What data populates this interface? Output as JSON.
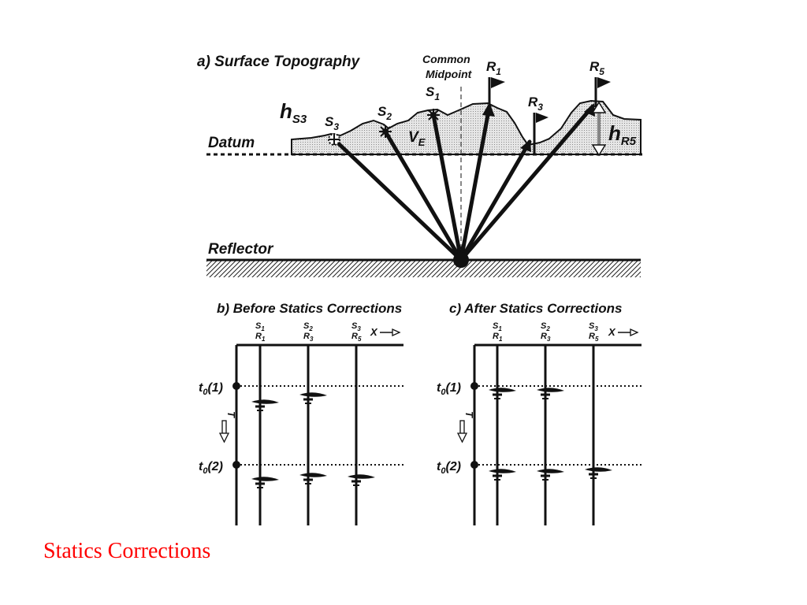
{
  "slide": {
    "caption": "Statics Corrections",
    "caption_color": "#ff0000"
  },
  "panel_a": {
    "title": "a) Surface Topography",
    "cmp_label_line1": "Common",
    "cmp_label_line2": "Midpoint",
    "datum_label": "Datum",
    "reflector_label": "Reflector",
    "velocity_label": {
      "main": "V",
      "sub": "E"
    },
    "source_elevation_label": {
      "main": "h",
      "sub": "S3"
    },
    "receiver_elevation_label": {
      "main": "h",
      "sub": "R5"
    },
    "sources": [
      {
        "main": "S",
        "sub": "1"
      },
      {
        "main": "S",
        "sub": "2"
      },
      {
        "main": "S",
        "sub": "3"
      }
    ],
    "receivers": [
      {
        "main": "R",
        "sub": "1"
      },
      {
        "main": "R",
        "sub": "3"
      },
      {
        "main": "R",
        "sub": "5"
      }
    ]
  },
  "panel_b": {
    "title": "b) Before Statics Corrections",
    "time_axis": "T",
    "x_axis": "X",
    "time_marks": [
      {
        "main": "t",
        "sub": "0",
        "tail": "(1)"
      },
      {
        "main": "t",
        "sub": "0",
        "tail": "(2)"
      }
    ],
    "traces": [
      {
        "s": {
          "main": "S",
          "sub": "1"
        },
        "r": {
          "main": "R",
          "sub": "1"
        }
      },
      {
        "s": {
          "main": "S",
          "sub": "2"
        },
        "r": {
          "main": "R",
          "sub": "3"
        }
      },
      {
        "s": {
          "main": "S",
          "sub": "3"
        },
        "r": {
          "main": "R",
          "sub": "5"
        }
      }
    ]
  },
  "panel_c": {
    "title": "c) After Statics Corrections",
    "time_axis": "T",
    "x_axis": "X",
    "time_marks": [
      {
        "main": "t",
        "sub": "0",
        "tail": "(1)"
      },
      {
        "main": "t",
        "sub": "0",
        "tail": "(2)"
      }
    ],
    "traces": [
      {
        "s": {
          "main": "S",
          "sub": "1"
        },
        "r": {
          "main": "R",
          "sub": "1"
        }
      },
      {
        "s": {
          "main": "S",
          "sub": "2"
        },
        "r": {
          "main": "R",
          "sub": "3"
        }
      },
      {
        "s": {
          "main": "S",
          "sub": "3"
        },
        "r": {
          "main": "R",
          "sub": "5"
        }
      }
    ]
  }
}
